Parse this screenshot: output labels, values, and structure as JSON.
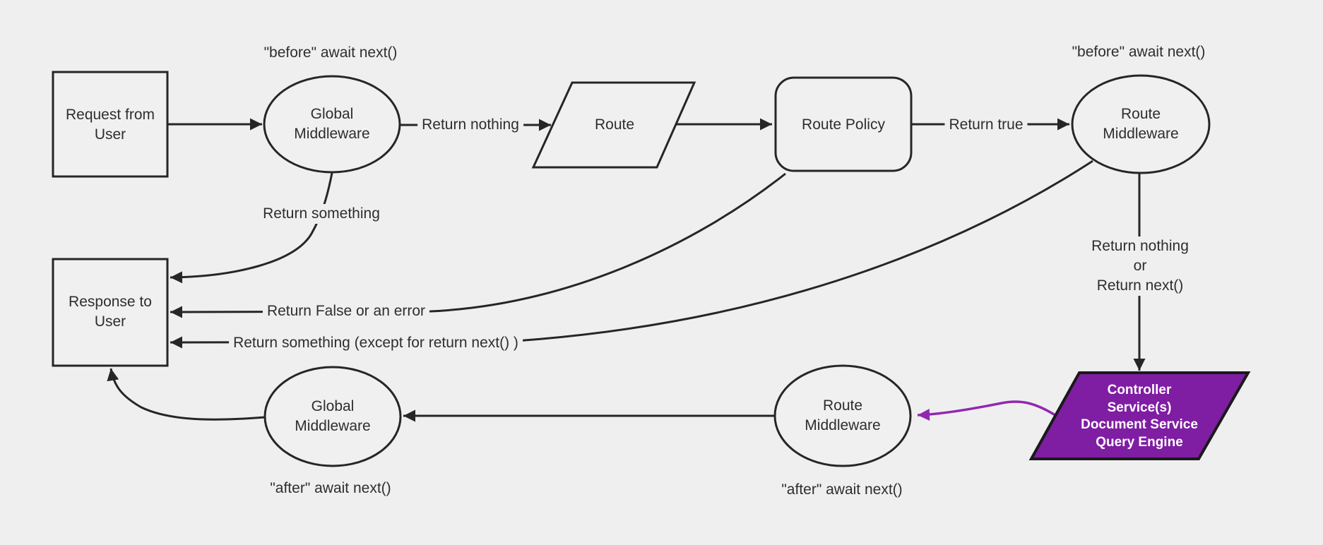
{
  "colors": {
    "background": "#efefef",
    "node_fill": "#f0f0f0",
    "stroke": "#262626",
    "text": "#2e2e2e",
    "purple_fill": "#7f1da3",
    "purple_stroke": "#1a1a1a",
    "purple_arrow": "#9128b0",
    "controller_text": "#ffffff"
  },
  "nodes": {
    "request": "Request from\nUser",
    "global_middleware_top": "Global\nMiddleware",
    "route": "Route",
    "route_policy": "Route Policy",
    "route_middleware_top": "Route\nMiddleware",
    "controller": "Controller\nService(s)\nDocument Service\nQuery Engine",
    "route_middleware_bottom": "Route\nMiddleware",
    "global_middleware_bottom": "Global\nMiddleware",
    "response": "Response to\nUser"
  },
  "edge_labels": {
    "return_nothing": "Return nothing",
    "return_true": "Return true",
    "return_something": "Return something",
    "return_false_or_error": "Return False or an error",
    "return_something_except": "Return something (except for return next() )",
    "return_nothing_or_next": "Return nothing\nor\nReturn next()"
  },
  "annotations": {
    "before_await_left": "\"before\" await next()",
    "before_await_right": "\"before\" await next()",
    "after_await_left": "\"after\" await next()",
    "after_await_right": "\"after\" await next()"
  }
}
